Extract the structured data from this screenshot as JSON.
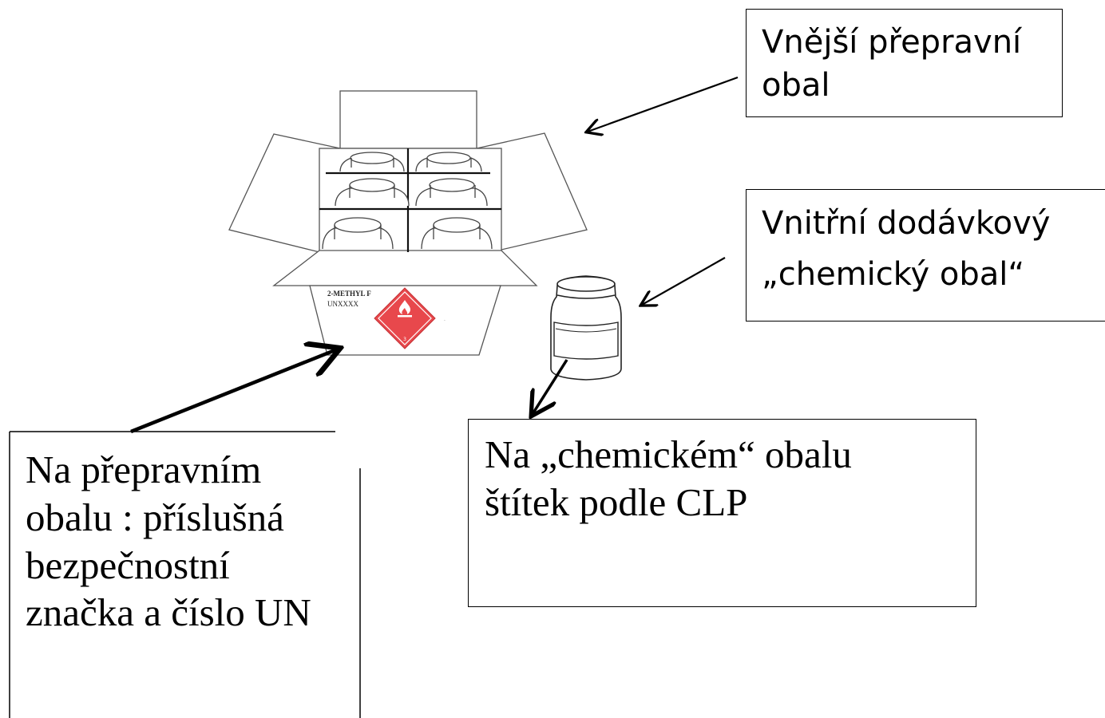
{
  "labels": {
    "outer_packaging": [
      "Vnější přepravní",
      "obal"
    ],
    "inner_packaging": [
      "Vnitřní dodávkový",
      "„chemický obal“"
    ],
    "transport_label": [
      "Na přepravním",
      "obalu : příslušná",
      "bezpečnostní",
      "značka a číslo UN"
    ],
    "clp_label": [
      "Na „chemickém“ obalu",
      "štítek podle CLP"
    ]
  },
  "box_markings": {
    "line1": "2-METHYL F",
    "line2": "UNXXXX",
    "hazard_class": "3"
  },
  "colors": {
    "hazard_diamond": "#e8484c",
    "ink": "#000000"
  },
  "icons": {
    "hazard": "flammable-flame-icon"
  }
}
